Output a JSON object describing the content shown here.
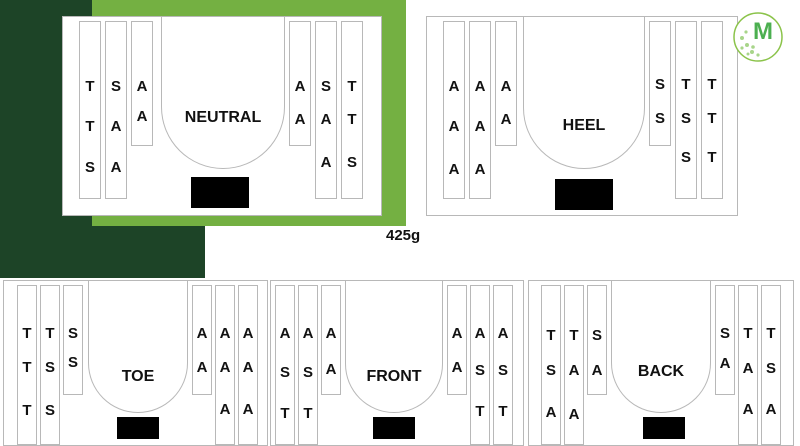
{
  "total_weight": "425g",
  "logo": {
    "letter": "M",
    "color": "#4caf50"
  },
  "colors": {
    "dark_green": "#1d4427",
    "accent_green": "#74b042"
  },
  "panels": [
    {
      "id": "neutral",
      "name": "NEUTRAL",
      "selected": true,
      "left": [
        [
          "T",
          "T",
          "S"
        ],
        [
          "S",
          "A",
          "A"
        ],
        [
          "A",
          "A"
        ]
      ],
      "right": [
        [
          "A",
          "A"
        ],
        [
          "S",
          "A",
          "A"
        ],
        [
          "T",
          "T",
          "S"
        ]
      ]
    },
    {
      "id": "heel",
      "name": "HEEL",
      "selected": false,
      "left": [
        [
          "A",
          "A",
          "A"
        ],
        [
          "A",
          "A",
          "A"
        ],
        [
          "A",
          "A"
        ]
      ],
      "right": [
        [
          "S",
          "S"
        ],
        [
          "T",
          "S",
          "S"
        ],
        [
          "T",
          "T",
          "T"
        ]
      ]
    },
    {
      "id": "toe",
      "name": "TOE",
      "selected": false,
      "left": [
        [
          "T",
          "T",
          "T"
        ],
        [
          "T",
          "S",
          "S"
        ],
        [
          "S",
          "S"
        ]
      ],
      "right": [
        [
          "A",
          "A"
        ],
        [
          "A",
          "A",
          "A"
        ],
        [
          "A",
          "A",
          "A"
        ]
      ]
    },
    {
      "id": "front",
      "name": "FRONT",
      "selected": false,
      "left": [
        [
          "A",
          "S",
          "T"
        ],
        [
          "A",
          "S",
          "T"
        ],
        [
          "A",
          "A"
        ]
      ],
      "right": [
        [
          "A",
          "A"
        ],
        [
          "A",
          "S",
          "T"
        ],
        [
          "A",
          "S",
          "T"
        ]
      ]
    },
    {
      "id": "back",
      "name": "BACK",
      "selected": false,
      "left": [
        [
          "T",
          "S",
          "A"
        ],
        [
          "T",
          "A",
          "A"
        ],
        [
          "S",
          "A"
        ]
      ],
      "right": [
        [
          "S",
          "A"
        ],
        [
          "T",
          "A",
          "A"
        ],
        [
          "T",
          "S",
          "A"
        ]
      ]
    }
  ]
}
